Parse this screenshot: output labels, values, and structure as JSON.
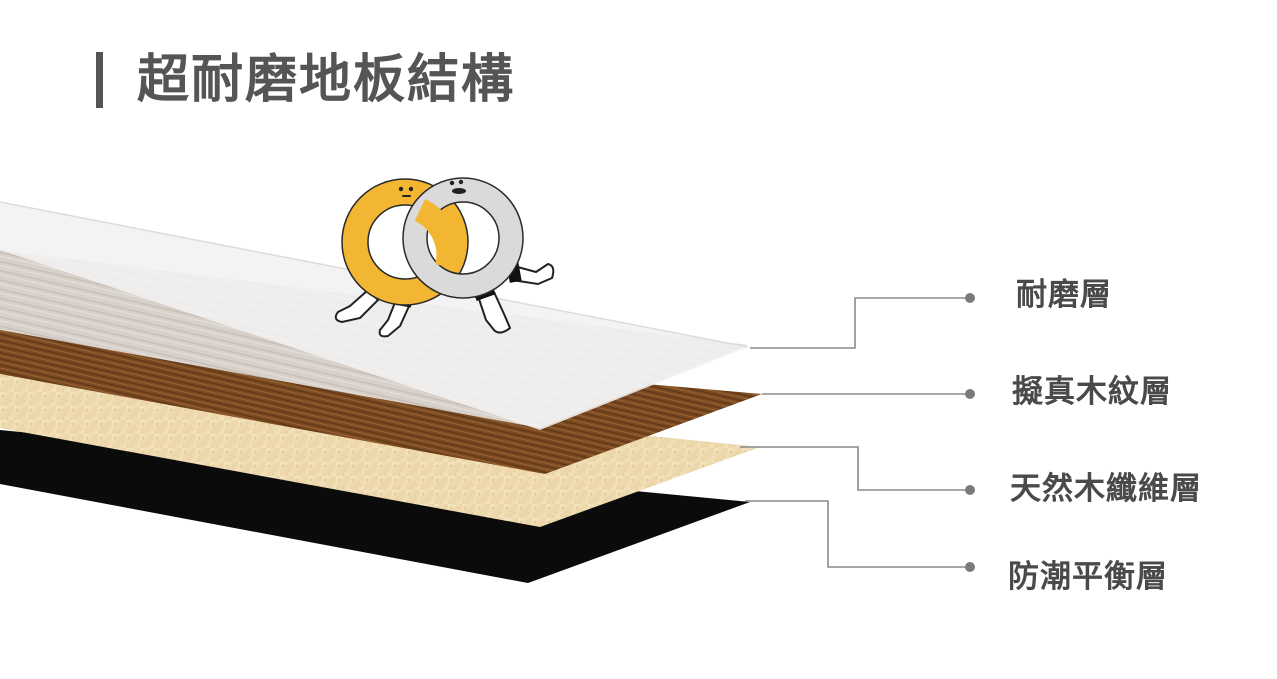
{
  "title": "超耐磨地板結構",
  "layers": [
    {
      "label": "耐磨層"
    },
    {
      "label": "擬真木紋層"
    },
    {
      "label": "天然木纖維層"
    },
    {
      "label": "防潮平衡層"
    }
  ],
  "colors": {
    "title": "#555555",
    "label": "#4a4a4a",
    "leader": "#8a8a8a",
    "wear_layer": "#eeeeee",
    "wood_grain": "#d9d3cd",
    "wood_edge": "#7a4a22",
    "fiber_layer": "#f1dfb8",
    "balance_layer": "#0b0b0b",
    "mascot_yellow": "#f2b632",
    "mascot_grey": "#dadada"
  },
  "icons": {
    "mascot": "twin-ring-mascot",
    "leader_dot": "dot-marker"
  }
}
